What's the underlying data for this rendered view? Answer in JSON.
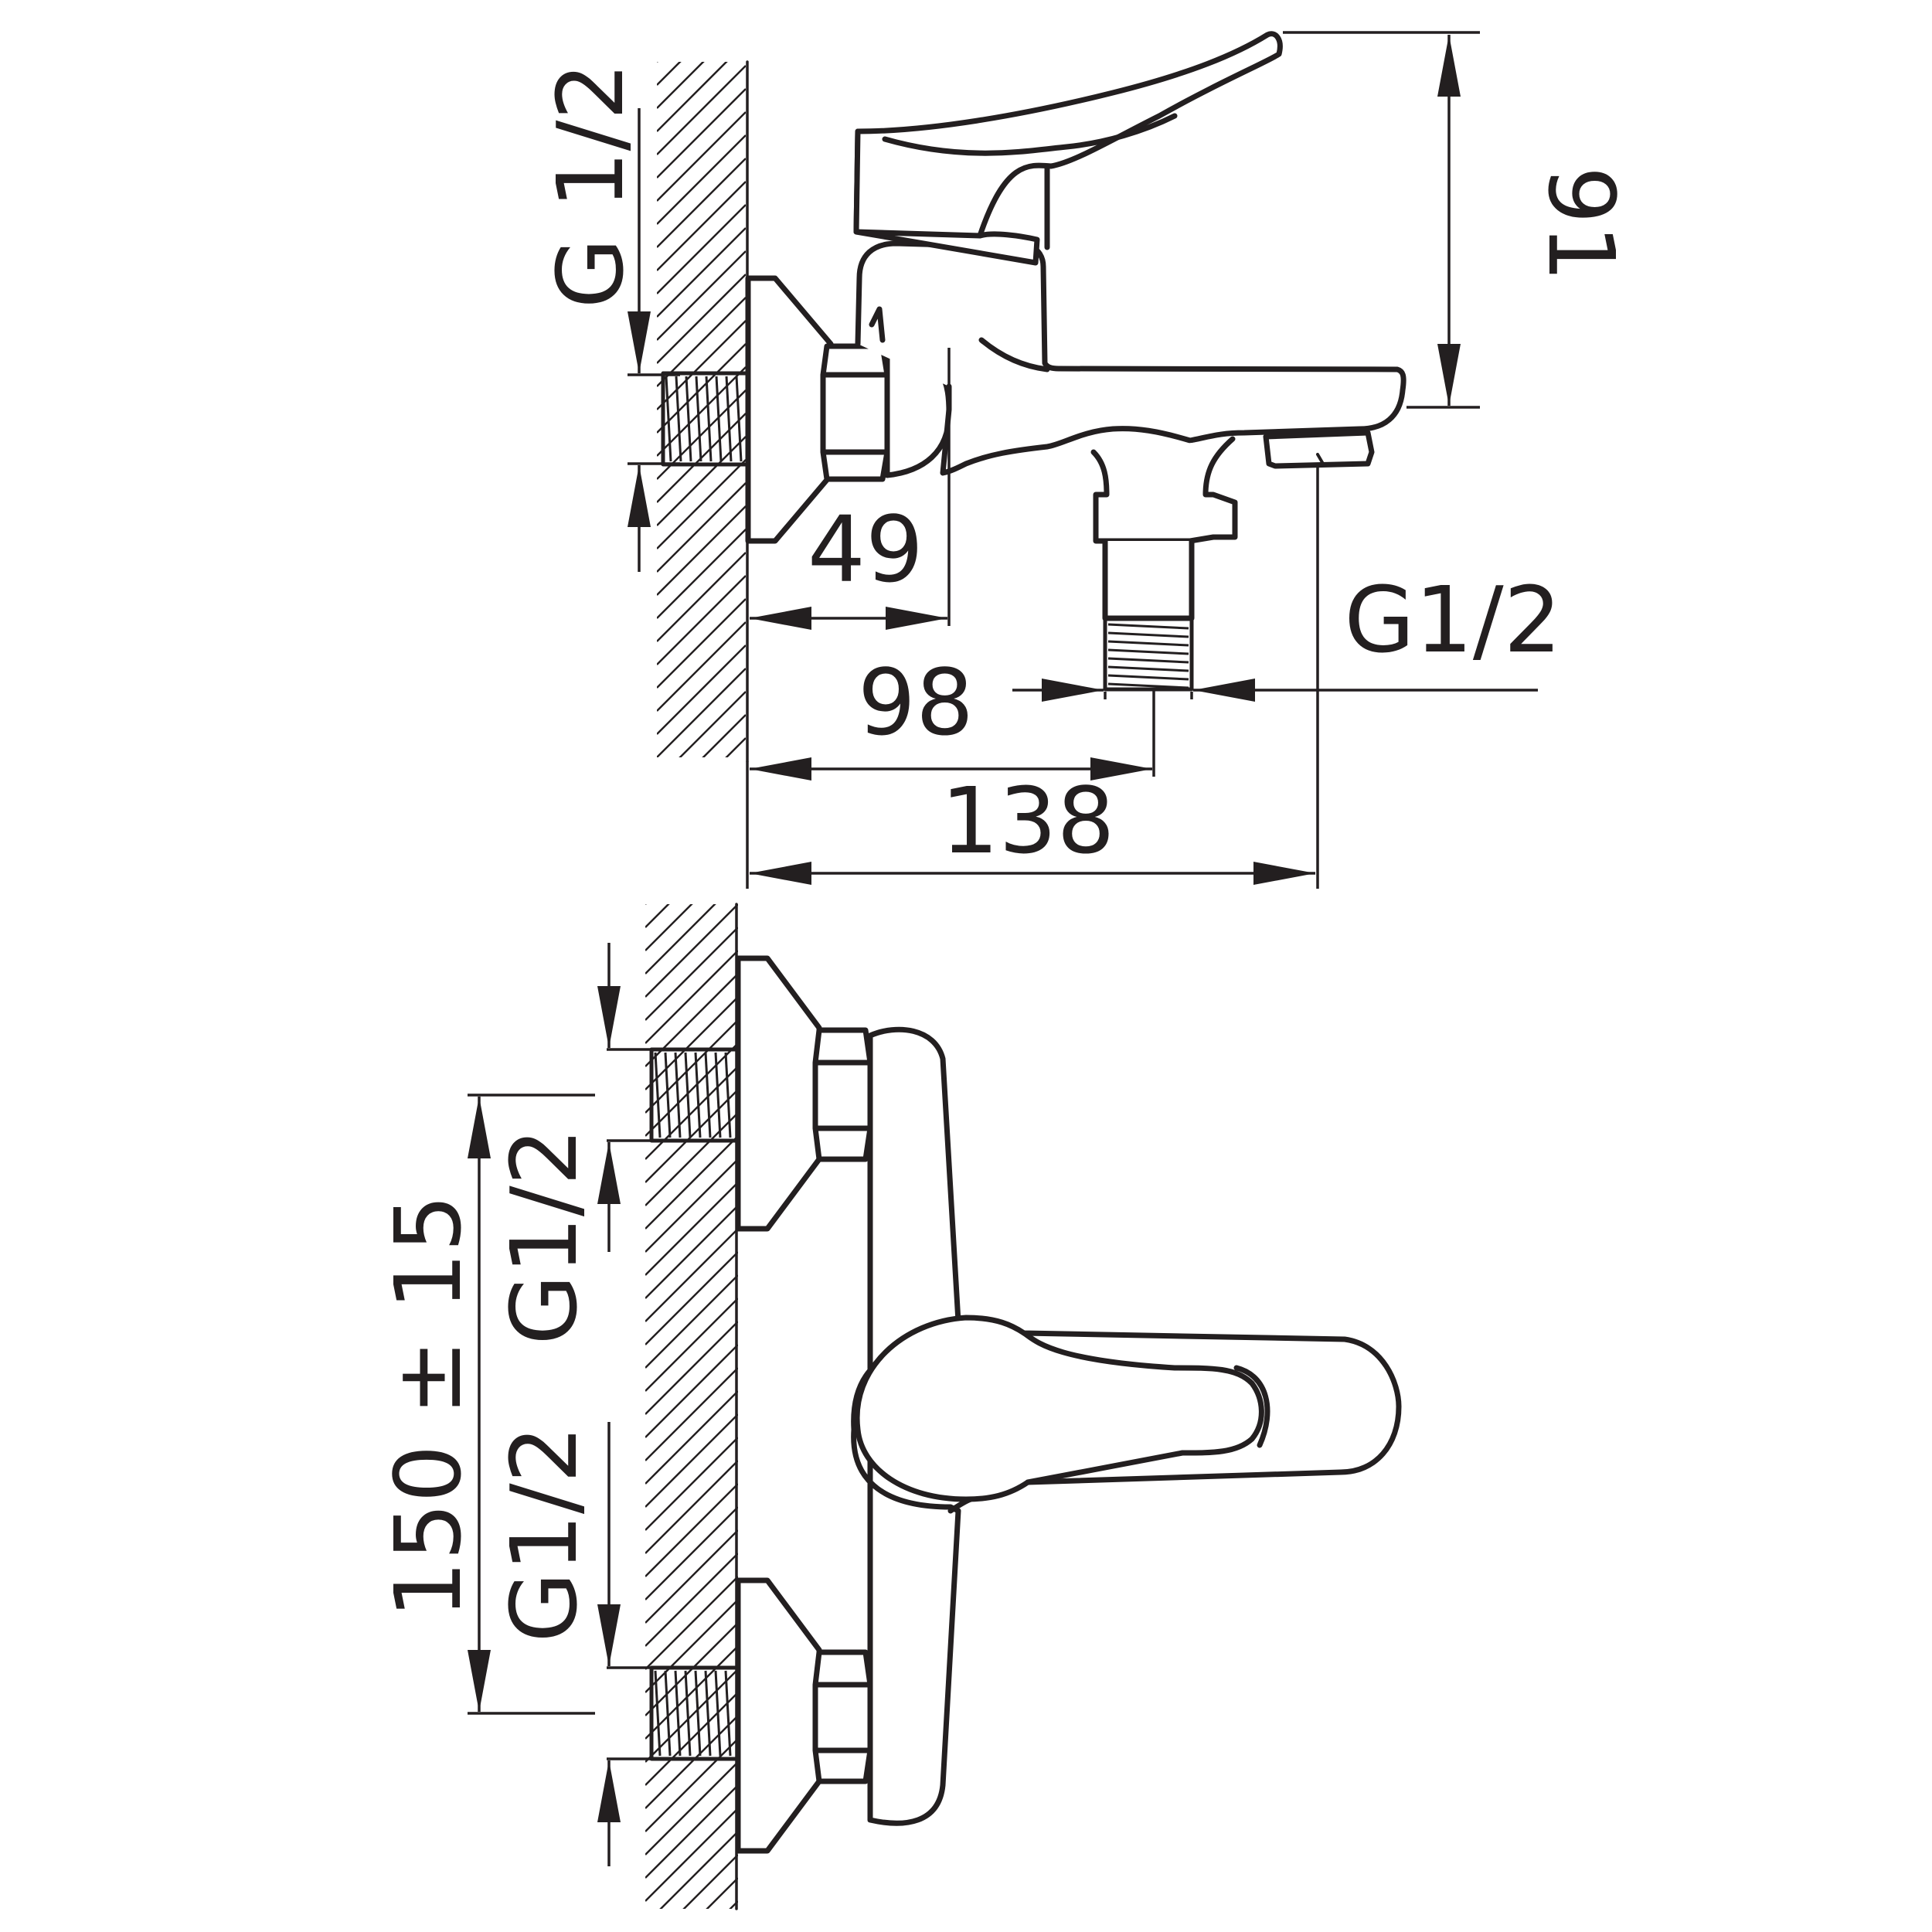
{
  "colors": {
    "line": "#231f20",
    "background": "#ffffff"
  },
  "side_view": {
    "label_inlet_thread": "G 1/2",
    "label_height": "91",
    "label_depth": "49",
    "label_outlet_offset": "98",
    "label_outlet_thread": "G1/2",
    "label_length": "138"
  },
  "front_view": {
    "label_spacing": "150 ± 15",
    "label_upper_thread": "G1/2",
    "label_lower_thread": "G1/2"
  }
}
